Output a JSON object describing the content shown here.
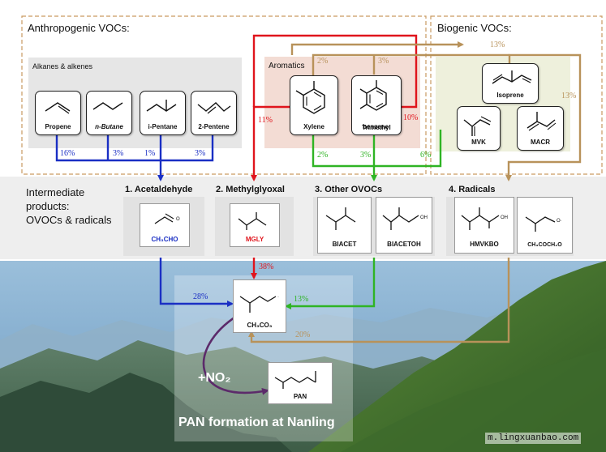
{
  "sections": {
    "anthropogenic": "Anthropogenic VOCs:",
    "biogenic": "Biogenic VOCs:",
    "alkanes": "Alkanes & alkenes",
    "aromatics": "Aromatics",
    "intermediate_line1": "Intermediate",
    "intermediate_line2": "products:",
    "intermediate_line3": "OVOCs & radicals"
  },
  "precursors": {
    "propene": "Propene",
    "butane": "n-Butane",
    "pentane": "i-Pentane",
    "pentene": "2-Pentene",
    "xylene": "Xylene",
    "tmb_line1": "Trimethyl",
    "tmb_line2": "benzene",
    "isoprene": "Isoprene",
    "mvk": "MVK",
    "macr": "MACR"
  },
  "groups": {
    "acetaldehyde": "1. Acetaldehyde",
    "methylglyoxal": "2. Methylglyoxal",
    "other_ovocs": "3. Other OVOCs",
    "radicals": "4. Radicals"
  },
  "products": {
    "ch3cho": "CH₃CHO",
    "mgly": "MGLY",
    "biacet": "BIACET",
    "biacetoh": "BIACETOH",
    "hmvkbo": "HMVKBO",
    "ch3coch2o": "CH₃COCH₂O",
    "ch3co3": "CH₃CO₃",
    "pan": "PAN"
  },
  "reaction": {
    "no2": "+NO₂",
    "title": "PAN formation at Nanling"
  },
  "percentages": {
    "propene": "16%",
    "butane": "3%",
    "pentane": "1%",
    "pentene": "3%",
    "xylene_red": "11%",
    "xylene_tan": "2%",
    "xylene_green": "2%",
    "tmb_tan": "3%",
    "tmb_green": "3%",
    "tmb_red": "10%",
    "bio_green": "6%",
    "isoprene_top": "13%",
    "isoprene_side": "13%",
    "mgly": "38%",
    "acetaldehyde": "28%",
    "other_ovocs": "13%",
    "radicals": "20%"
  },
  "watermark": "m.lingxuanbao.com",
  "colors": {
    "blue": "#1a2fc4",
    "red": "#e0141c",
    "green": "#2fb424",
    "tan": "#b8925a",
    "purple": "#5c2a6a"
  }
}
